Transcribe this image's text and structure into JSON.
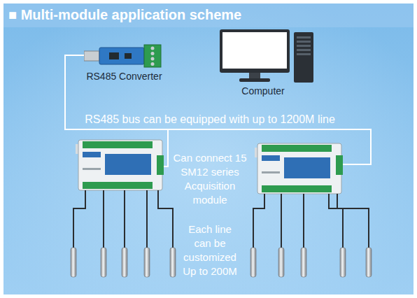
{
  "diagram": {
    "title": "■ Multi-module application scheme",
    "nodes": [
      {
        "text": [
          "RS485 Converter"
        ]
      },
      {
        "text": [
          "Computer"
        ]
      }
    ],
    "labels": [
      "RS485 bus can be equipped with up to 1200M line",
      "Can connect 15 SM12 series Acquisition module",
      "Each line can be customized Up to 200M"
    ]
  }
}
